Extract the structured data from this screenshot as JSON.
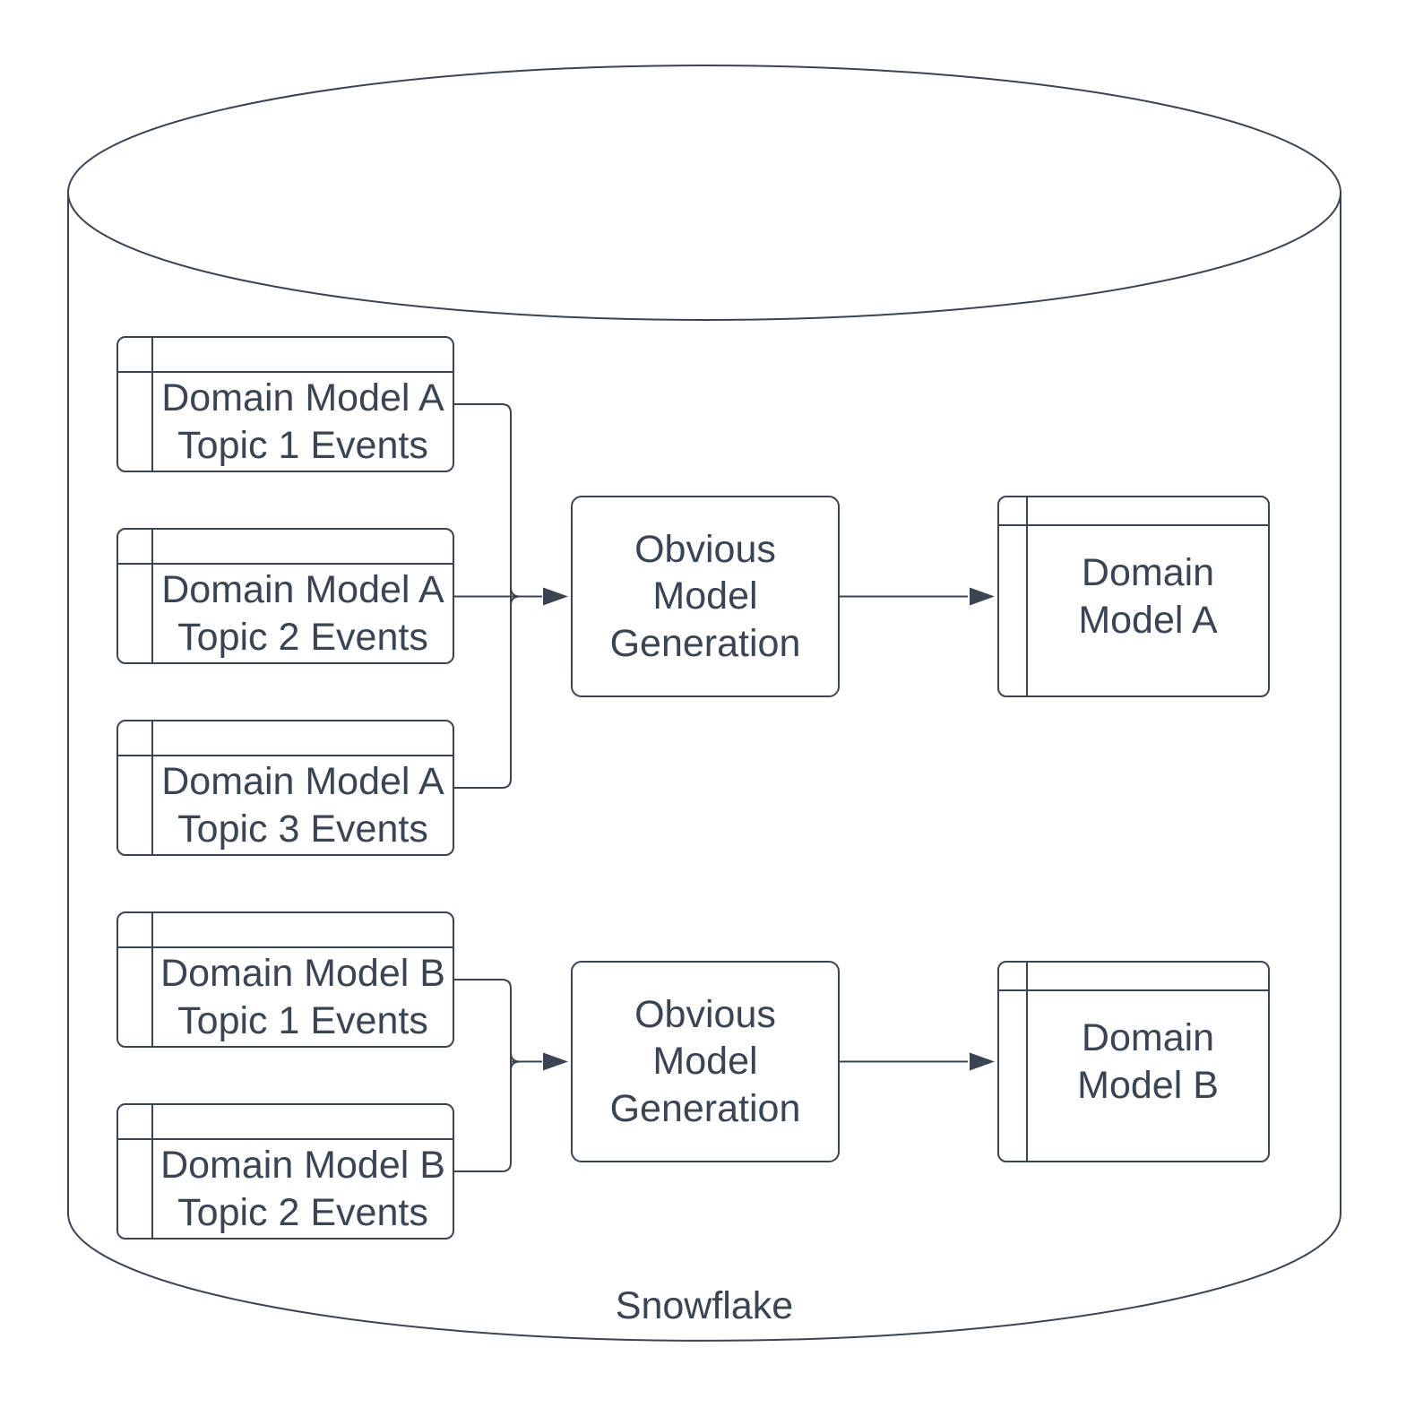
{
  "colors": {
    "stroke": "#3b4452",
    "background": "#ffffff"
  },
  "cylinder": {
    "label": "Snowflake"
  },
  "event_tables": [
    {
      "label": "Domain Model A\nTopic 1 Events"
    },
    {
      "label": "Domain Model A\nTopic 2 Events"
    },
    {
      "label": "Domain Model A\nTopic 3 Events"
    },
    {
      "label": "Domain Model B\nTopic 1 Events"
    },
    {
      "label": "Domain Model B\nTopic 2 Events"
    }
  ],
  "process_boxes": [
    {
      "label": "Obvious\nModel\nGeneration"
    },
    {
      "label": "Obvious\nModel\nGeneration"
    }
  ],
  "output_tables": [
    {
      "label": "Domain\nModel A"
    },
    {
      "label": "Domain\nModel B"
    }
  ]
}
